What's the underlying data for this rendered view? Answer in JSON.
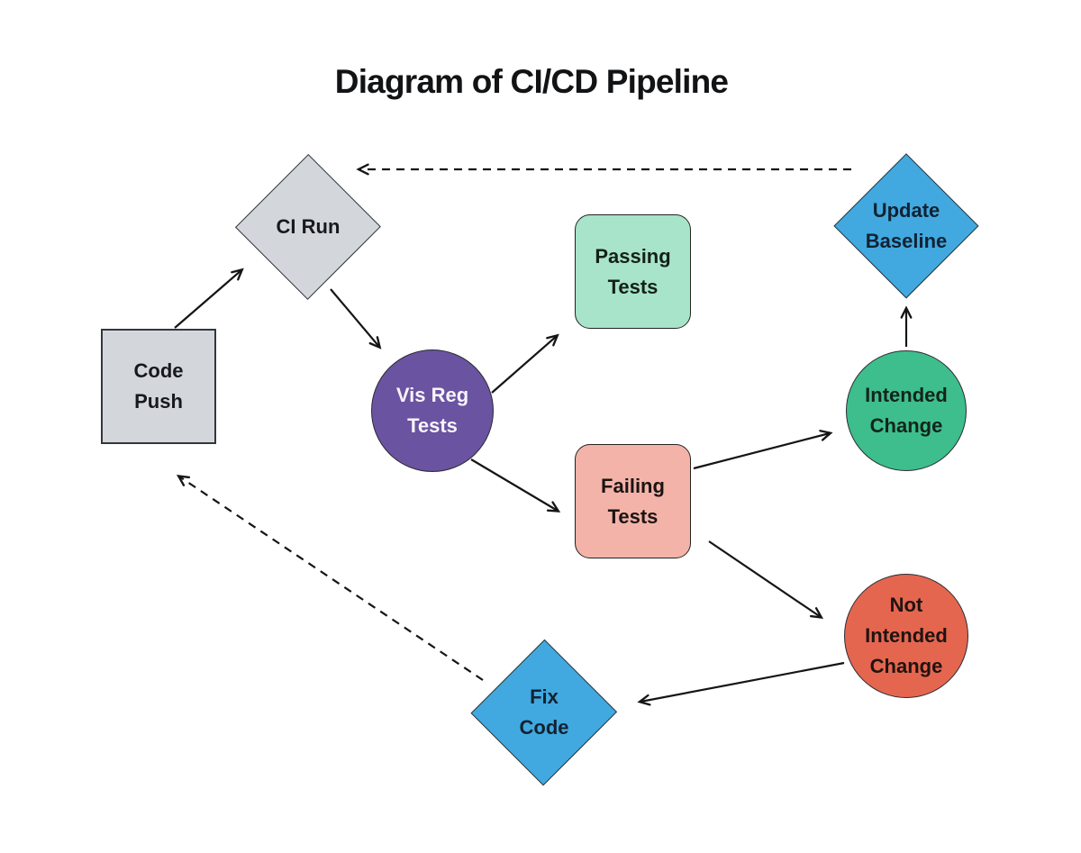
{
  "title": "Diagram of CI/CD Pipeline",
  "canvas": {
    "background": "#ffffff",
    "arrow_color": "#151515"
  },
  "nodes": {
    "code_push": {
      "label": "Code\nPush",
      "shape": "square",
      "fill": "#d3d7db",
      "text_color": "#17191d"
    },
    "ci_run": {
      "label": "CI Run",
      "shape": "diamond",
      "fill": "#d3d7db",
      "text_color": "#17191d"
    },
    "vis_reg_tests": {
      "label": "Vis Reg\nTests",
      "shape": "circle",
      "fill": "#6a53a0",
      "text_color": "#f7f4fa"
    },
    "passing_tests": {
      "label": "Passing\nTests",
      "shape": "rounded-square",
      "fill": "#a8e4c9",
      "text_color": "#14201a"
    },
    "failing_tests": {
      "label": "Failing\nTests",
      "shape": "rounded-square",
      "fill": "#f3b3a9",
      "text_color": "#1c1412"
    },
    "intended_change": {
      "label": "Intended\nChange",
      "shape": "circle",
      "fill": "#3dbe8c",
      "text_color": "#13241c"
    },
    "not_intended_change": {
      "label": "Not\nIntended\nChange",
      "shape": "circle",
      "fill": "#e4664f",
      "text_color": "#201311"
    },
    "update_baseline": {
      "label": "Update\nBaseline",
      "shape": "diamond",
      "fill": "#41a9df",
      "text_color": "#122233"
    },
    "fix_code": {
      "label": "Fix\nCode",
      "shape": "diamond",
      "fill": "#41a9df",
      "text_color": "#122233"
    }
  },
  "edges": [
    {
      "from": "Code Push",
      "to": "CI Run",
      "style": "solid"
    },
    {
      "from": "CI Run",
      "to": "Vis Reg Tests",
      "style": "solid"
    },
    {
      "from": "Vis Reg Tests",
      "to": "Passing Tests",
      "style": "solid"
    },
    {
      "from": "Vis Reg Tests",
      "to": "Failing Tests",
      "style": "solid"
    },
    {
      "from": "Failing Tests",
      "to": "Intended Change",
      "style": "solid"
    },
    {
      "from": "Failing Tests",
      "to": "Not Intended Change",
      "style": "solid"
    },
    {
      "from": "Intended Change",
      "to": "Update Baseline",
      "style": "solid"
    },
    {
      "from": "Update Baseline",
      "to": "CI Run",
      "style": "dashed"
    },
    {
      "from": "Not Intended Change",
      "to": "Fix Code",
      "style": "solid"
    },
    {
      "from": "Fix Code",
      "to": "Code Push",
      "style": "dashed"
    }
  ]
}
